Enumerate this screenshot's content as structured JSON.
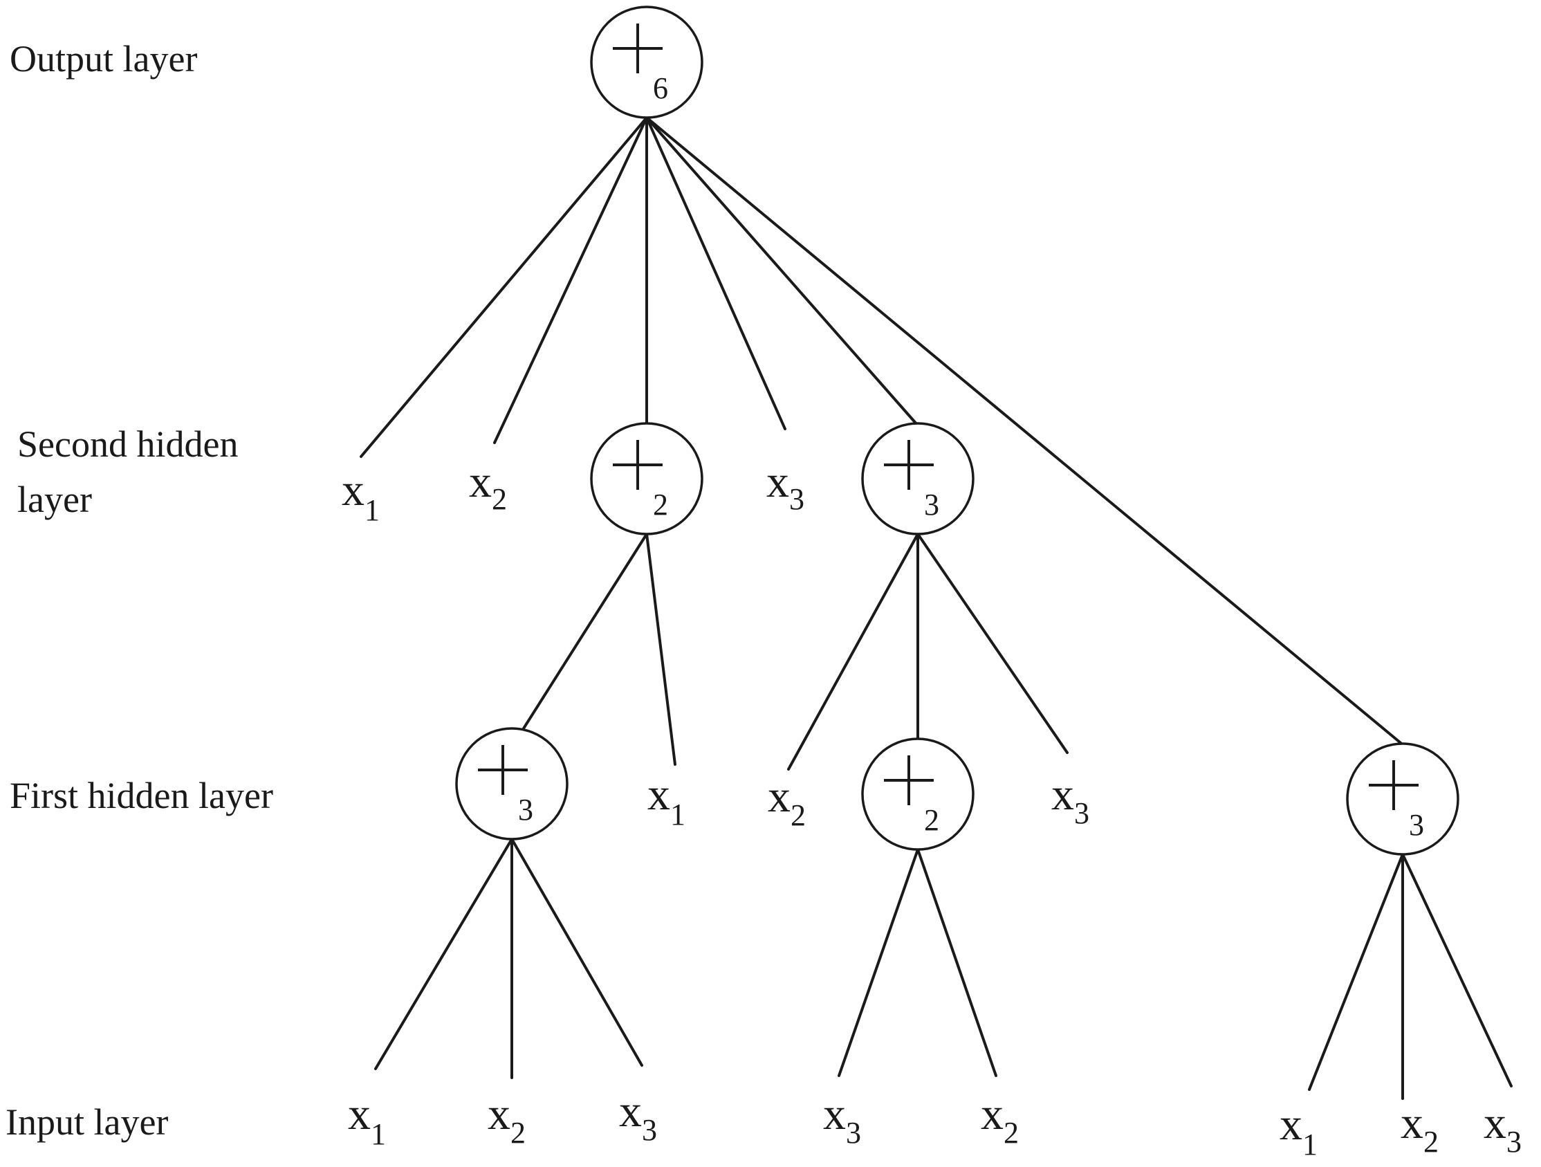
{
  "layer_labels": {
    "output": "Output layer",
    "second_hidden_line1": "Second hidden",
    "second_hidden_line2": "layer",
    "first_hidden": "First hidden layer",
    "input": "Input layer"
  },
  "nodes": {
    "root": {
      "symbol": "+",
      "sub": "6"
    },
    "s2_plus2": {
      "symbol": "+",
      "sub": "2"
    },
    "s2_plus3": {
      "symbol": "+",
      "sub": "3"
    },
    "f_plus3_left": {
      "symbol": "+",
      "sub": "3"
    },
    "f_plus2_mid": {
      "symbol": "+",
      "sub": "2"
    },
    "f_plus3_right": {
      "symbol": "+",
      "sub": "3"
    }
  },
  "leaves": {
    "s2_x1": {
      "base": "x",
      "sub": "1"
    },
    "s2_x2": {
      "base": "x",
      "sub": "2"
    },
    "s2_x3": {
      "base": "x",
      "sub": "3"
    },
    "f_x1": {
      "base": "x",
      "sub": "1"
    },
    "f_x2": {
      "base": "x",
      "sub": "2"
    },
    "f_x3": {
      "base": "x",
      "sub": "3"
    },
    "i_a_x1": {
      "base": "x",
      "sub": "1"
    },
    "i_a_x2": {
      "base": "x",
      "sub": "2"
    },
    "i_a_x3": {
      "base": "x",
      "sub": "3"
    },
    "i_b_x3": {
      "base": "x",
      "sub": "3"
    },
    "i_b_x2": {
      "base": "x",
      "sub": "2"
    },
    "i_c_x1": {
      "base": "x",
      "sub": "1"
    },
    "i_c_x2": {
      "base": "x",
      "sub": "2"
    },
    "i_c_x3": {
      "base": "x",
      "sub": "3"
    }
  }
}
